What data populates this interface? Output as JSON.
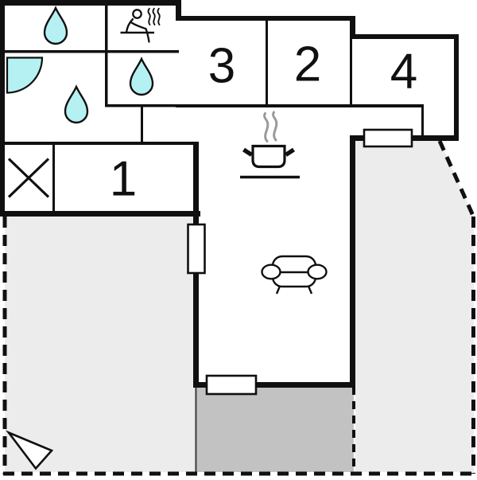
{
  "floorplan": {
    "rooms": [
      {
        "id": "room-1",
        "label": "1"
      },
      {
        "id": "room-2",
        "label": "2"
      },
      {
        "id": "room-3",
        "label": "3"
      },
      {
        "id": "room-4",
        "label": "4"
      }
    ],
    "icons": {
      "bathroom_top_left": "water-drop",
      "bathroom_main": "water-drop",
      "bathroom_inner": "water-drop",
      "door_swing": "quarter-circle-door",
      "sauna": "person-on-bench-with-steam",
      "wardrobe": "crossed-box",
      "kitchen": "steaming-pot-on-stove",
      "living_room": "sofa",
      "compass": "north-arrow"
    },
    "windows": [
      {
        "id": "window-east"
      },
      {
        "id": "window-west"
      },
      {
        "id": "window-south"
      }
    ],
    "colors": {
      "wall": "#101010",
      "water": "#b5f1f3",
      "terrace_light": "#ececec",
      "terrace_dark": "#c2c2c2",
      "steam": "#9a9a9a",
      "background": "#ffffff"
    }
  }
}
